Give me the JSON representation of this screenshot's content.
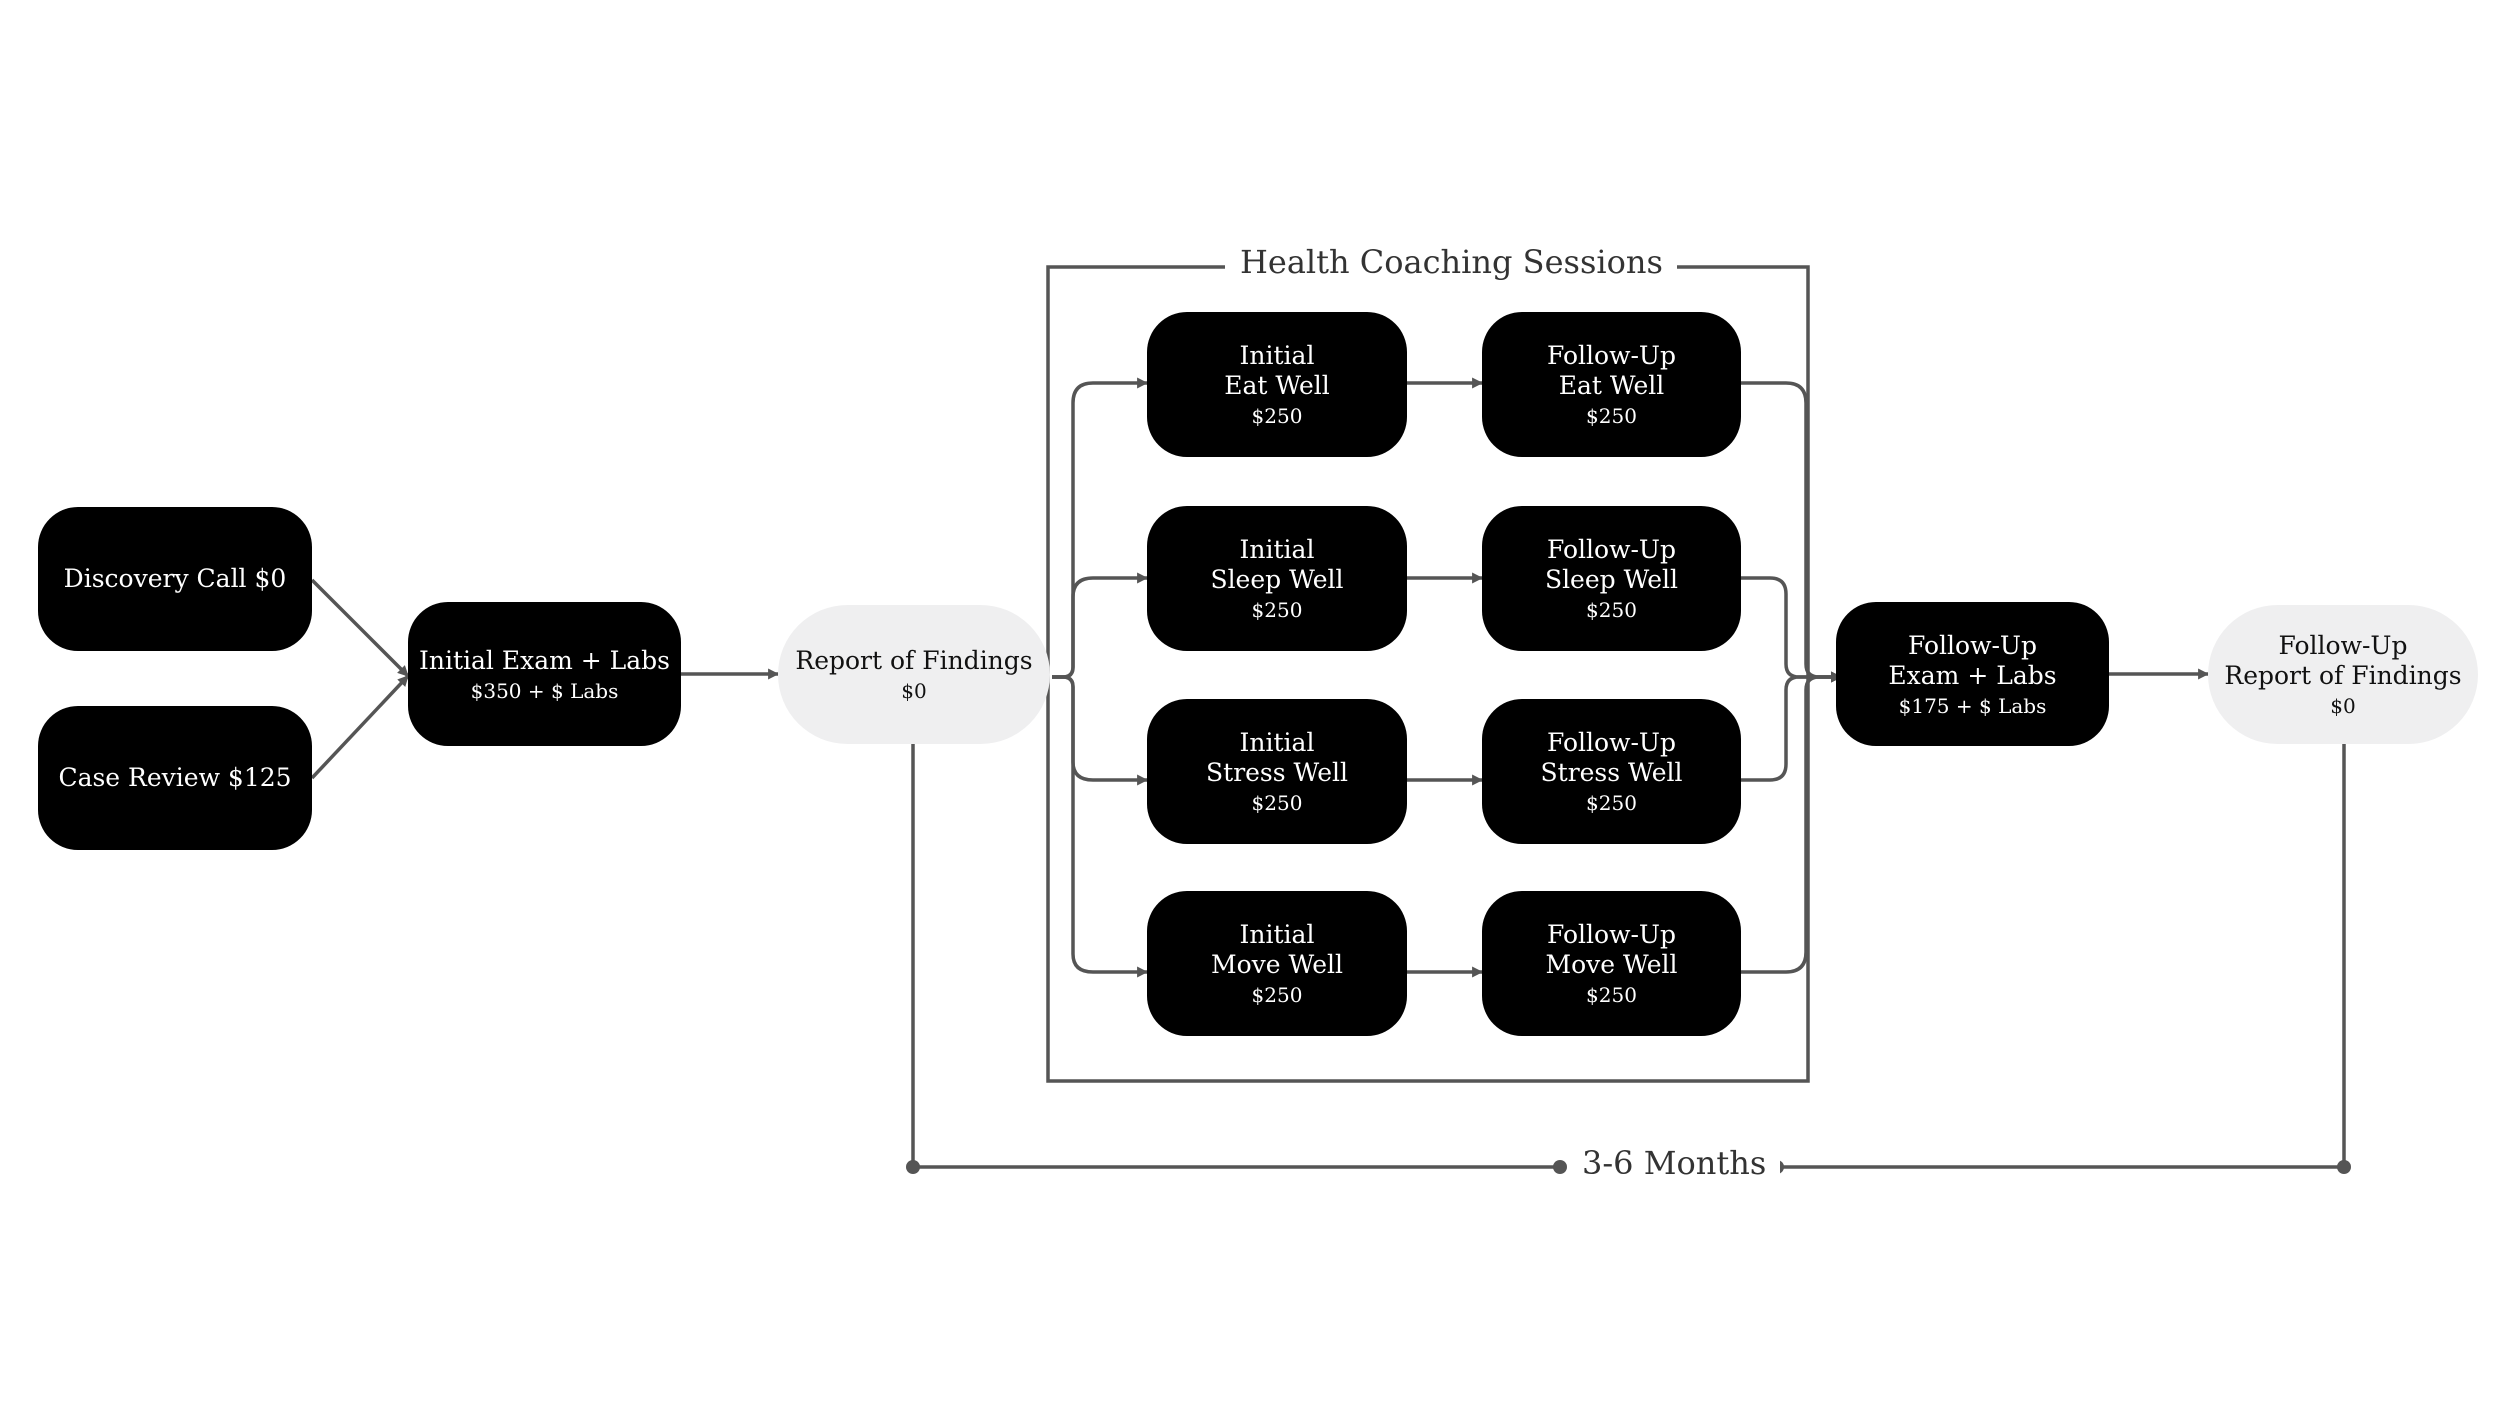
{
  "pre": {
    "discovery": "Discovery Call $0",
    "case_review": "Case Review $125"
  },
  "initial_exam": {
    "title": "Initial Exam + Labs",
    "price": "$350 + $ Labs"
  },
  "report": {
    "title": "Report of Findings",
    "price": "$0"
  },
  "coaching": {
    "title": "Health Coaching Sessions",
    "rows": [
      {
        "initial": {
          "line1": "Initial",
          "line2": "Eat Well",
          "price": "$250"
        },
        "followup": {
          "line1": "Follow-Up",
          "line2": "Eat Well",
          "price": "$250"
        }
      },
      {
        "initial": {
          "line1": "Initial",
          "line2": "Sleep Well",
          "price": "$250"
        },
        "followup": {
          "line1": "Follow-Up",
          "line2": "Sleep Well",
          "price": "$250"
        }
      },
      {
        "initial": {
          "line1": "Initial",
          "line2": "Stress Well",
          "price": "$250"
        },
        "followup": {
          "line1": "Follow-Up",
          "line2": "Stress Well",
          "price": "$250"
        }
      },
      {
        "initial": {
          "line1": "Initial",
          "line2": "Move Well",
          "price": "$250"
        },
        "followup": {
          "line1": "Follow-Up",
          "line2": "Move Well",
          "price": "$250"
        }
      }
    ]
  },
  "followup_exam": {
    "line1": "Follow-Up",
    "line2": "Exam + Labs",
    "price": "$175 + $ Labs"
  },
  "followup_report": {
    "line1": "Follow-Up",
    "line2": "Report of Findings",
    "price": "$0"
  },
  "timeline": {
    "label": "3-6 Months"
  },
  "colors": {
    "box": "#000000",
    "pill": "#efeff0",
    "line": "#555555"
  }
}
